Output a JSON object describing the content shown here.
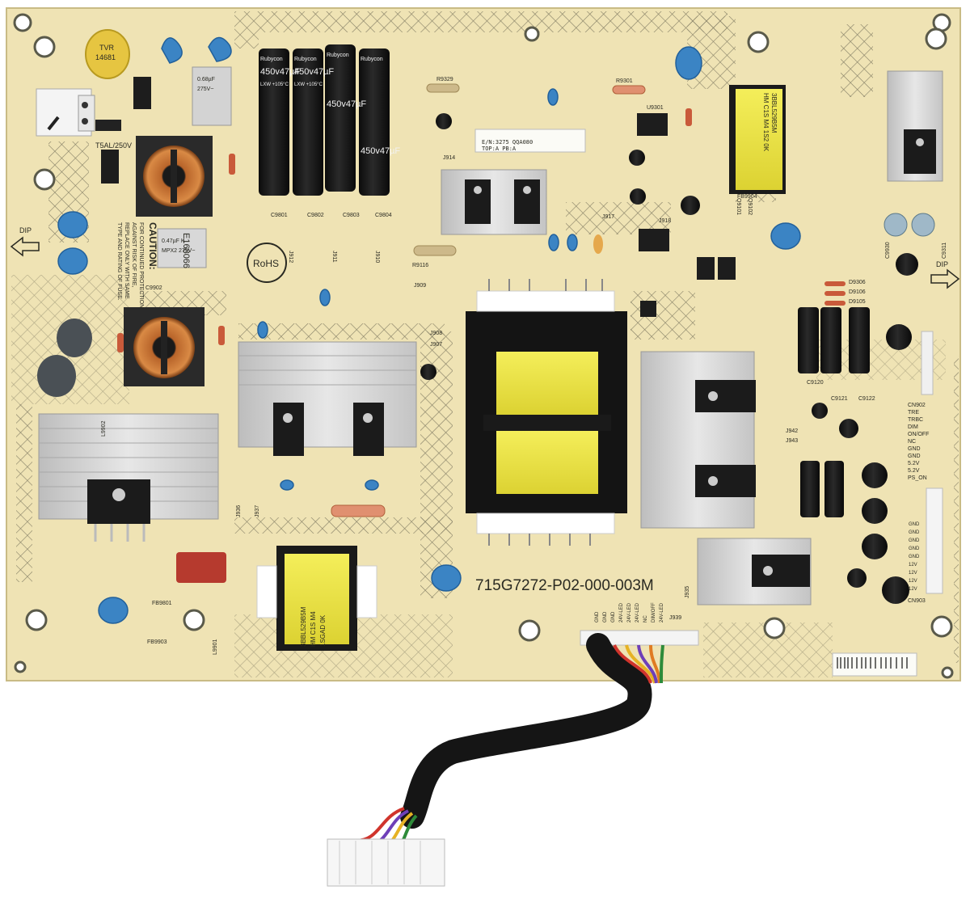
{
  "board": {
    "part_number": "715G7272-P02-000-003M",
    "rohs_mark": "RoHS",
    "ul_file": "E168066",
    "dip_label": "DIP",
    "fuse_rating": "T5AL/250V",
    "tvr_label": "TVR",
    "tvr_part": "14681",
    "barcode_label": "E/N:3275 QQA080",
    "barcode_sub": "TOP:A  PB:A",
    "caution_title": "CAUTION:",
    "caution_text": [
      "FOR CONTINUED PROTECTION",
      "AGAINST RISK OF FIRE,",
      "REPLACE ONLY WITH SAME",
      "TYPE AND RATING OF FUSE."
    ]
  },
  "capacitors": {
    "brand": "Rubycon",
    "rating": "450v47µF",
    "temp": "LXW +105°C",
    "refs": [
      "C9801",
      "C9802",
      "C9803",
      "C9804"
    ]
  },
  "transformers": {
    "main_label": [
      "3BBL529B5M",
      "HM C1S M4",
      "1SGAD  0K"
    ],
    "standby_label": [
      "3BBL529B5M",
      "HM C1S M4 1S2 0K"
    ]
  },
  "connector_pins": [
    "TRE",
    "TRBC",
    "DIM",
    "ON/OFF",
    "NC",
    "GND",
    "GND",
    "5.2V",
    "5.2V",
    "PS_ON"
  ],
  "output_pins": [
    "GND",
    "GND",
    "GND",
    "GND",
    "GND",
    "12V",
    "12V",
    "12V",
    "12V"
  ],
  "lower_connector_pins": [
    "GND",
    "GND",
    "GND",
    "24V-LED",
    "24V-LED",
    "24V-LED",
    "NC",
    "DIM/OFF",
    "24V-LED"
  ],
  "silkscreen_refs": [
    "R9329",
    "R9301",
    "U9301",
    "J914",
    "J917",
    "J918",
    "J909",
    "J908",
    "J907",
    "J912",
    "J911",
    "J910",
    "R9116",
    "FB9904",
    "FB9801",
    "FB9903",
    "L9901",
    "L9902",
    "CN902",
    "CN903",
    "J942",
    "J943",
    "J939",
    "J935",
    "J936",
    "J937",
    "Q9101",
    "Q9102",
    "D9306",
    "D9106",
    "D9105",
    "C9120",
    "C9121",
    "C9122",
    "C9902",
    "C9930",
    "C9311"
  ],
  "colors": {
    "pcb": "#efe3b4",
    "silkscreen": "#2a2a22",
    "capacitor": "#1c1c1c",
    "transformer_core": "#141414",
    "transformer_coil": "#f1e94a",
    "heatsink": "#d4d4d4",
    "ceramic_cap": "#3b84c4",
    "tvr": "#e6c541"
  }
}
